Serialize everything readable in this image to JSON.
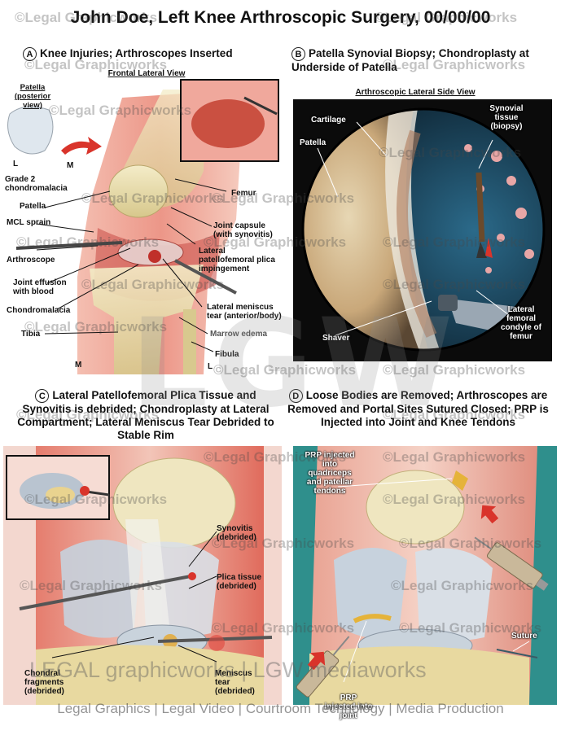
{
  "title": "John Doe, Left Knee Arthroscopic Surgery, 00/00/00",
  "watermarks": {
    "text": "©Legal Graphicworks",
    "brand": "LEGAL graphicworks | LGW mediaworks",
    "big": "LGW",
    "footer": "Legal Graphics | Legal Video | Courtroom Technology | Media Production"
  },
  "panel_a": {
    "letter": "A",
    "title": "Knee Injuries; Arthroscopes Inserted",
    "view": "Frontal Lateral View",
    "patella_view": "Patella (posterior view)",
    "labels": {
      "l": "L",
      "m": "M",
      "grade2": "Grade 2 chondromalacia",
      "patella": "Patella",
      "mcl": "MCL sprain",
      "arthroscope": "Arthroscope",
      "effusion": "Joint effusion with blood",
      "chondro": "Chondromalacia",
      "tibia": "Tibia",
      "m_bottom": "M",
      "femur": "Femur",
      "capsule": "Joint capsule (with synovitis)",
      "plica": "Lateral patellofemoral plica impingement",
      "meniscus": "Lateral meniscus tear (anterior/body)",
      "marrow": "Marrow edema",
      "fibula": "Fibula",
      "l_bottom": "L"
    }
  },
  "panel_b": {
    "letter": "B",
    "title": "Patella Synovial Biopsy; Chondroplasty at Underside of Patella",
    "view": "Arthroscopic Lateral Side View",
    "labels": {
      "cartilage": "Cartilage",
      "patella": "Patella",
      "synovial": "Synovial tissue (biopsy)",
      "shaver": "Shaver",
      "condyle": "Lateral femoral condyle of femur"
    }
  },
  "panel_c": {
    "letter": "C",
    "title": "Lateral Patellofemoral Plica Tissue and Synovitis is debrided; Chondroplasty at Lateral Compartment; Lateral Meniscus Tear Debrided to Stable Rim",
    "labels": {
      "synovitis": "Synovitis (debrided)",
      "plica": "Plica tissue (debrided)",
      "chondral": "Chondral fragments (debrided)",
      "meniscus": "Meniscus tear (debrided)"
    }
  },
  "panel_d": {
    "letter": "D",
    "title": "Loose Bodies are Removed; Arthroscopes are Removed and Portal Sites Sutured Closed; PRP is Injected into Joint and Knee Tendons",
    "labels": {
      "prp_tendons": "PRP injected into quadriceps and patellar tendons",
      "suture": "Suture",
      "prp_joint": "PRP injected into joint"
    }
  },
  "colors": {
    "inflamed": "#d9534f",
    "bone": "#efe3b4",
    "teal": "#2f8f8c",
    "dark": "#1c1c1c"
  }
}
